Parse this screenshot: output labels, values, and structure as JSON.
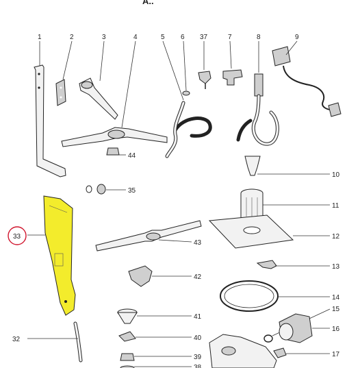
{
  "title": "A..",
  "highlight_color": "#f3ec2c",
  "circle_color": "#d0142c",
  "labels": {
    "p1": "1",
    "p2": "2",
    "p3": "3",
    "p4": "4",
    "p5": "5",
    "p6": "6",
    "p37": "37",
    "p7": "7",
    "p8": "8",
    "p9": "9",
    "p44": "44",
    "p10": "10",
    "p11": "11",
    "p12": "12",
    "p35": "35",
    "p33": "33",
    "p43": "43",
    "p42": "42",
    "p13": "13",
    "p14": "14",
    "p15": "15",
    "p16": "16",
    "p17": "17",
    "p41": "41",
    "p40": "40",
    "p39": "39",
    "p38": "38",
    "p32": "32"
  }
}
